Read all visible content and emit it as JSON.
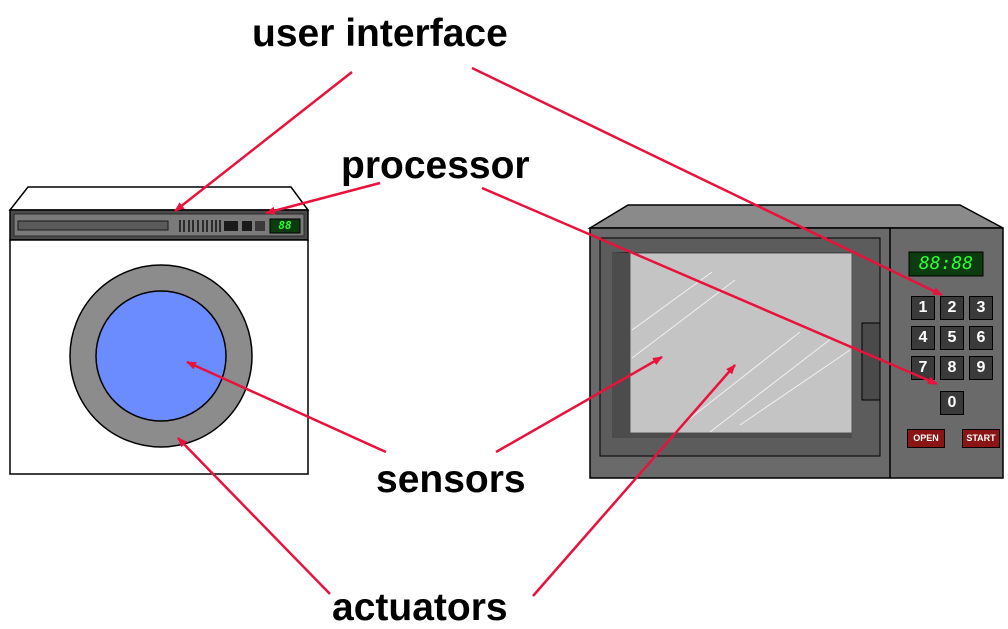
{
  "labels": {
    "user_interface": "user interface",
    "processor": "processor",
    "sensors": "sensors",
    "actuators": "actuators"
  },
  "washer": {
    "display": "88"
  },
  "microwave": {
    "display": "88:88",
    "keys": [
      "1",
      "2",
      "3",
      "4",
      "5",
      "6",
      "7",
      "8",
      "9",
      "0"
    ],
    "open_label": "OPEN",
    "start_label": "START"
  },
  "colors": {
    "arrow": "#e8123c",
    "door_glass": "#6b8cff",
    "display_text": "#2bff35",
    "display_bg": "#0d3b10",
    "button_red": "#8b1414"
  }
}
